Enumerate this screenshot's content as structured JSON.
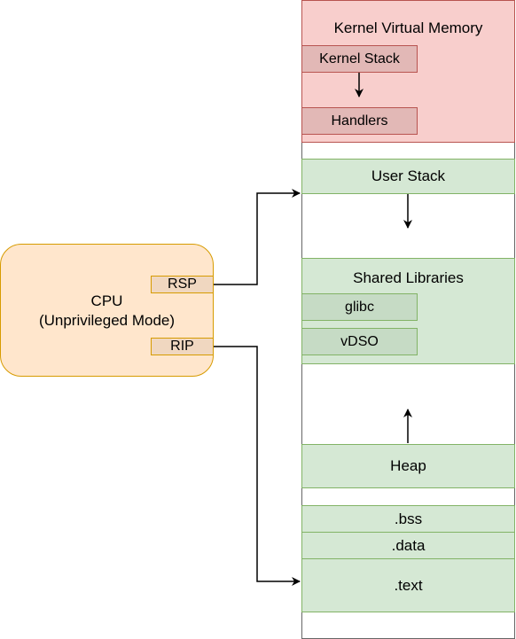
{
  "kernel": {
    "title": "Kernel Virtual Memory",
    "stack": "Kernel Stack",
    "handlers": "Handlers"
  },
  "user": {
    "user_stack": "User Stack",
    "shared_libraries": "Shared Libraries",
    "glibc": "glibc",
    "vdso": "vDSO",
    "heap": "Heap",
    "bss": ".bss",
    "data": ".data",
    "text": ".text"
  },
  "cpu": {
    "title": "CPU",
    "mode": "(Unprivileged Mode)",
    "rsp": "RSP",
    "rip": "RIP"
  },
  "colors": {
    "kernel_fill": "#f8cecc",
    "kernel_stroke": "#b85450",
    "user_fill": "#d5e8d4",
    "user_stroke": "#82b366",
    "cpu_fill": "#ffe6cc",
    "cpu_stroke": "#d79b00"
  }
}
